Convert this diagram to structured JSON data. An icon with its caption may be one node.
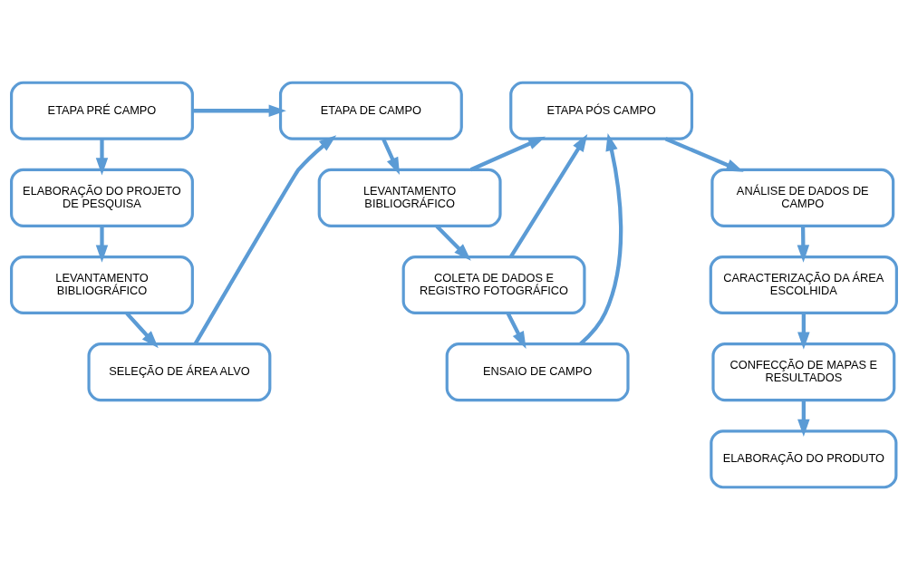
{
  "diagram": {
    "nodes": [
      {
        "text": [
          "ETAPA PRÉ CAMPO"
        ]
      },
      {
        "text": [
          "ELABORAÇÃO DO PROJETO DE PESQUISA"
        ]
      },
      {
        "text": [
          "LEVANTAMENTO BIBLIOGRÁFICO"
        ]
      },
      {
        "text": [
          "SELEÇÃO DE ÁREA ALVO"
        ]
      },
      {
        "text": [
          "ETAPA DE CAMPO"
        ]
      },
      {
        "text": [
          "LEVANTAMENTO BIBLIOGRÁFICO"
        ]
      },
      {
        "text": [
          "COLETA DE DADOS E REGISTRO FOTOGRÁFICO"
        ]
      },
      {
        "text": [
          "ENSAIO DE CAMPO"
        ]
      },
      {
        "text": [
          "ETAPA PÓS CAMPO"
        ]
      },
      {
        "text": [
          "ANÁLISE DE DADOS DE CAMPO"
        ]
      },
      {
        "text": [
          "CARACTERIZAÇÃO DA ÁREA ESCOLHIDA"
        ]
      },
      {
        "text": [
          "CONFECÇÃO DE MAPAS E RESULTADOS"
        ]
      },
      {
        "text": [
          "ELABORAÇÃO DO PRODUTO"
        ]
      }
    ],
    "edges": [
      {
        "from": 0,
        "to": 1,
        "arrow": "to"
      },
      {
        "from": 1,
        "to": 2,
        "arrow": "to"
      },
      {
        "from": 2,
        "to": 3,
        "arrow": "to"
      },
      {
        "from": 3,
        "to": 4,
        "arrow": "to"
      },
      {
        "from": 0,
        "to": 4,
        "arrow": "to"
      },
      {
        "from": 4,
        "to": 5,
        "arrow": "to"
      },
      {
        "from": 5,
        "to": 6,
        "arrow": "to"
      },
      {
        "from": 6,
        "to": 7,
        "arrow": "to"
      },
      {
        "from": 7,
        "to": 8,
        "arrow": "to"
      },
      {
        "from": 5,
        "to": 8,
        "arrow": "to"
      },
      {
        "from": 6,
        "to": 8,
        "arrow": "to"
      },
      {
        "from": 8,
        "to": 9,
        "arrow": "to"
      },
      {
        "from": 9,
        "to": 10,
        "arrow": "to"
      },
      {
        "from": 10,
        "to": 11,
        "arrow": "to"
      },
      {
        "from": 11,
        "to": 12,
        "arrow": "to"
      }
    ]
  }
}
